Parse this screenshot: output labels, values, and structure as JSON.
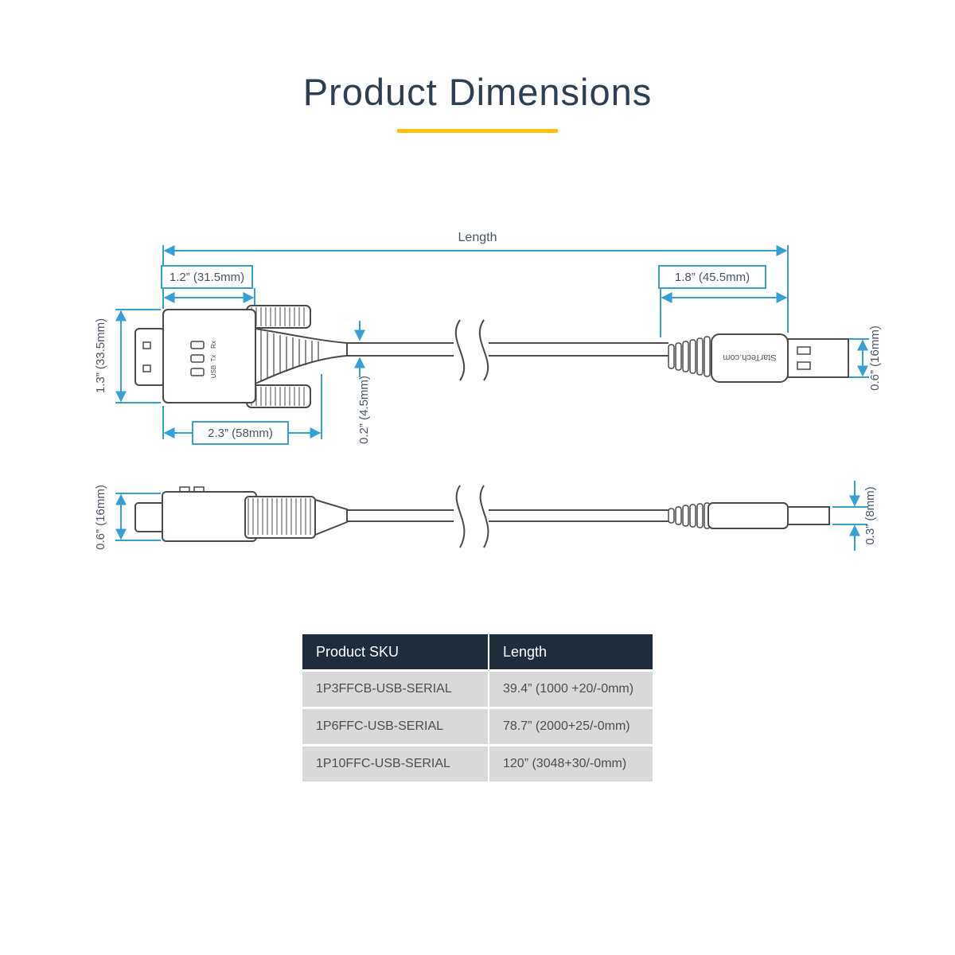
{
  "page": {
    "title": "Product Dimensions"
  },
  "accent": {
    "underline": "#ffc20e",
    "dimension_blue": "#359fd6",
    "drawing_gray": "#4a4a4a"
  },
  "diagram": {
    "dimensions": {
      "overall_length": "Length",
      "serial_front_length": "1.2” (31.5mm)",
      "usb_length": "1.8” (45.5mm)",
      "serial_height": "1.3” (33.5mm)",
      "usb_height": "0.6” (16mm)",
      "serial_total_length": "2.3” (58mm)",
      "cable_thickness": "0.2” (4.5mm)",
      "side_connector_height": "0.6” (16mm)",
      "side_usb_height": "0.3” (8mm)"
    },
    "labels": {
      "led_rx": "Rx",
      "led_tx": "Tx",
      "led_usb": "USB",
      "brand": "StarTech.com"
    }
  },
  "table": {
    "headers": [
      "Product SKU",
      "Length"
    ],
    "rows": [
      [
        "1P3FFCB-USB-SERIAL",
        "39.4” (1000 +20/-0mm)"
      ],
      [
        "1P6FFC-USB-SERIAL",
        "78.7” (2000+25/-0mm)"
      ],
      [
        "1P10FFC-USB-SERIAL",
        "120” (3048+30/-0mm)"
      ]
    ]
  }
}
